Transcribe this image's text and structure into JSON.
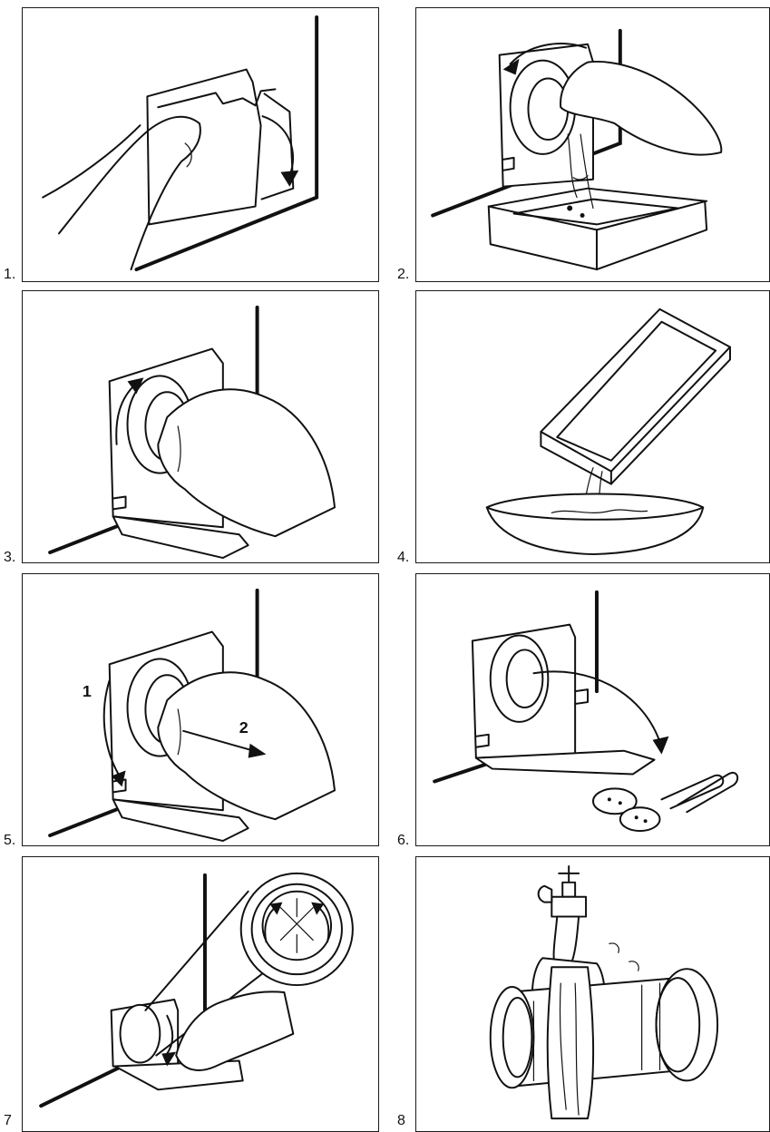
{
  "steps": [
    {
      "number": "1."
    },
    {
      "number": "2."
    },
    {
      "number": "3."
    },
    {
      "number": "4."
    },
    {
      "number": "5.",
      "callouts": [
        "1",
        "2"
      ]
    },
    {
      "number": "6."
    },
    {
      "number": "7"
    },
    {
      "number": "8"
    }
  ]
}
